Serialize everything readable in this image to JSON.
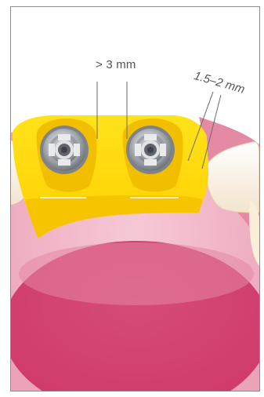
{
  "labels": {
    "min_distance": "> 3 mm",
    "wall_thickness": "1.5–2 mm"
  },
  "colors": {
    "gum_light": "#f4bfcd",
    "gum_mid": "#e79ab2",
    "gum_deep": "#d85a80",
    "gum_core": "#d03e6c",
    "frame_yellow": "#ffd400",
    "frame_gold": "#f2c200",
    "tooth_enamel": "#fdf5e8",
    "implant_steel": "#8f9499",
    "leader_line": "#6a6a6a"
  },
  "icons": [
    "implant-abutment-left",
    "implant-abutment-right",
    "tooth-left",
    "tooth-right"
  ]
}
